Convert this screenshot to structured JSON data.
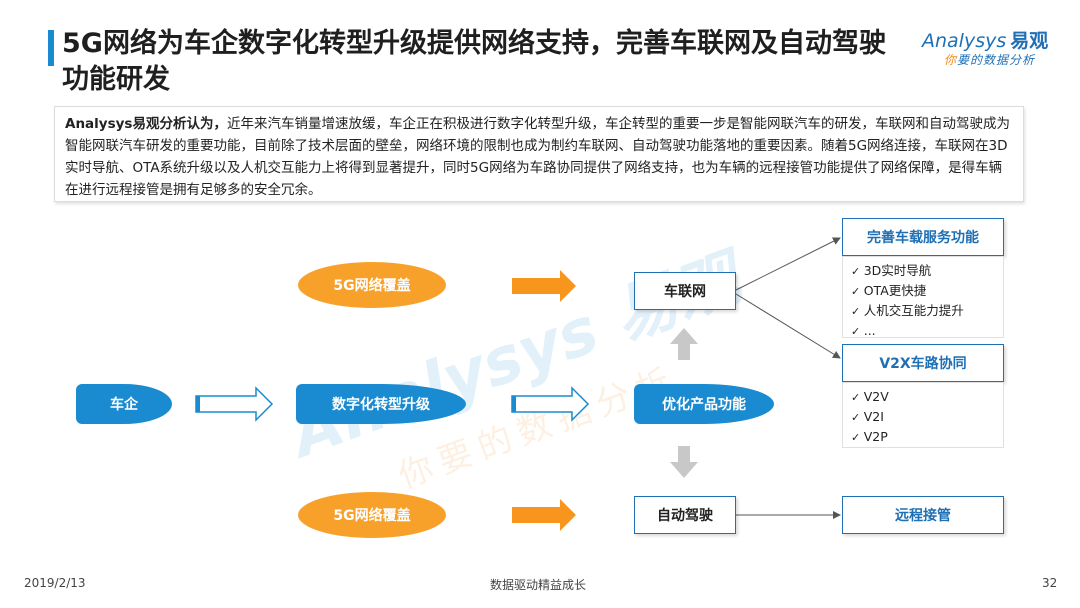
{
  "header": {
    "title": "5G网络为车企数字化转型升级提供网络支持，完善车联网及自动驾驶功能研发"
  },
  "logo": {
    "brand_text": "Analysys",
    "brand_cn": "易观",
    "slogan": "你要的数据分析",
    "slogan_highlight": "你",
    "colors": {
      "blue": "#1f6fb5",
      "orange": "#f08a1c"
    }
  },
  "summary": {
    "lead": "Analysys易观分析认为，",
    "body": "近年来汽车销量增速放缓，车企正在积极进行数字化转型升级，车企转型的重要一步是智能网联汽车的研发，车联网和自动驾驶成为智能网联汽车研发的重要功能，目前除了技术层面的壁垒，网络环境的限制也成为制约车联网、自动驾驶功能落地的重要因素。随着5G网络连接，车联网在3D实时导航、OTA系统升级以及人机交互能力上将得到显著提升，同时5G网络为车路协同提供了网络支持，也为车辆的远程接管功能提供了网络保障，是得车辆在进行远程接管是拥有足够多的安全冗余。"
  },
  "diagram": {
    "coverage_top": "5G网络覆盖",
    "coverage_bottom": "5G网络覆盖",
    "car_company": "车企",
    "digital_upgrade": "数字化转型升级",
    "optimize_product": "优化产品功能",
    "iov": "车联网",
    "autodrive": "自动驾驶",
    "improve_service": "完善车载服务功能",
    "service_items": [
      "3D实时导航",
      "OTA更快捷",
      "人机交互能力提升",
      "..."
    ],
    "v2x": "V2X车路协同",
    "v2x_items": [
      "V2V",
      "V2I",
      "V2P"
    ],
    "remote": "远程接管",
    "colors": {
      "orange": "#f7a12a",
      "blue": "#1a8bd0",
      "border": "#1f6fb5",
      "gray_arrow": "#c8c8c8"
    }
  },
  "watermark": {
    "main": "Analysys 易观",
    "sub": "你要的数据分析"
  },
  "footer": {
    "date": "2019/2/13",
    "tagline": "数据驱动精益成长",
    "page": "32"
  }
}
